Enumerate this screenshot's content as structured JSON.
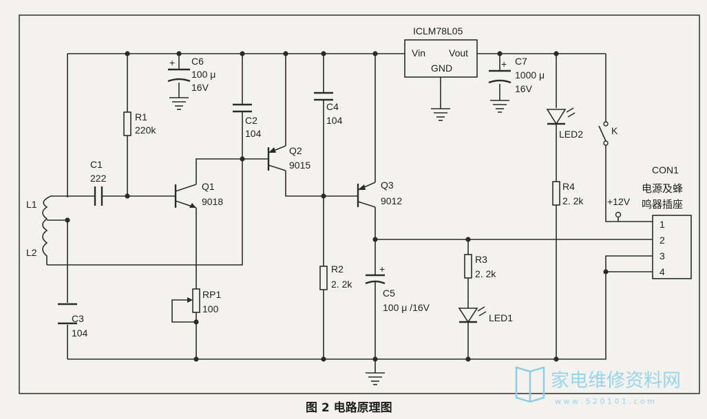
{
  "labels": {
    "reg": "ICLM78L05",
    "reg_vin": "Vin",
    "reg_vout": "Vout",
    "reg_gnd": "GND",
    "c6": "C6",
    "c6_val": "100 μ",
    "c6_v": "16V",
    "c7": "C7",
    "c7_val": "1000 μ",
    "c7_v": "16V",
    "r1": "R1",
    "r1_val": "220k",
    "c2": "C2",
    "c2_val": "104",
    "c4": "C4",
    "c4_val": "104",
    "q2": "Q2",
    "q2_val": "9015",
    "q1": "Q1",
    "q1_val": "9018",
    "q3": "Q3",
    "q3_val": "9012",
    "c1": "C1",
    "c1_val": "222",
    "l1": "L1",
    "l2": "L2",
    "c3": "C3",
    "c3_val": "104",
    "rp1": "RP1",
    "rp1_val": "100",
    "r2": "R2",
    "r2_val": "2. 2k",
    "c5": "C5",
    "c5_val": "100 μ /16V",
    "r3": "R3",
    "r3_val": "2. 2k",
    "led1": "LED1",
    "led2": "LED2",
    "r4": "R4",
    "r4_val": "2. 2k",
    "k": "K",
    "v12": "+12V",
    "con1": "CON1",
    "con1_desc1": "电源及蜂",
    "con1_desc2": "鸣器插座",
    "pin1": "1",
    "pin2": "2",
    "pin3": "3",
    "pin4": "4"
  },
  "caption": "图 2 电路原理图",
  "watermark": {
    "text": "家电维修资料网",
    "url": "w w w . 5 2 0 1 0 1 . c o m"
  }
}
